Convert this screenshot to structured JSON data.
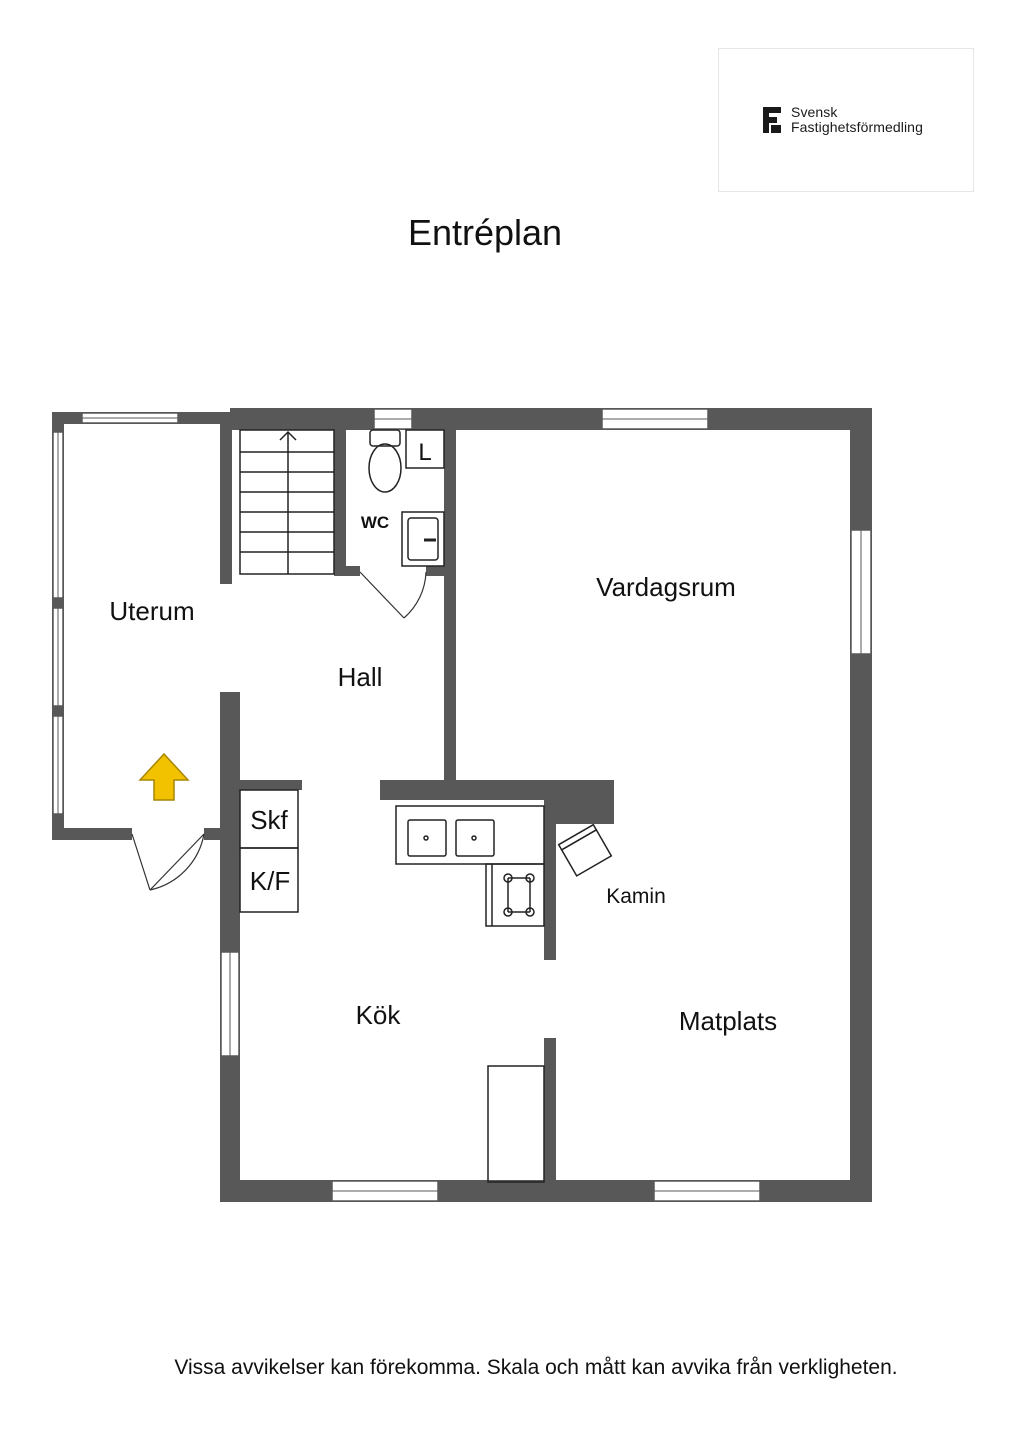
{
  "logo": {
    "line1": "Svensk",
    "line2": "Fastighetsförmedling"
  },
  "title": "Entréplan",
  "rooms": {
    "uterum": "Uterum",
    "hall": "Hall",
    "wc": "WC",
    "wc_fixture": "L",
    "vardagsrum": "Vardagsrum",
    "kok": "Kök",
    "matplats": "Matplats",
    "kamin": "Kamin",
    "skf": "Skf",
    "kf": "K/F"
  },
  "colors": {
    "wall": "#585858",
    "entrance_arrow": "#f2c200"
  },
  "icons": {
    "entrance": "entrance-arrow-icon",
    "logo": "sf-logo-icon"
  },
  "disclaimer": "Vissa avvikelser kan förekomma. Skala och mått kan avvika från verkligheten."
}
